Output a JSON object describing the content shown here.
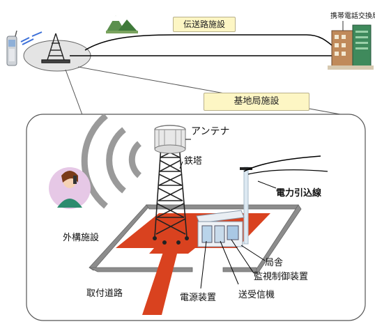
{
  "diagram": {
    "header": {
      "transmission_label": "伝送路施設",
      "exchange_label": "携帯電話交換局"
    },
    "base_station": {
      "title": "基地局施設",
      "labels": {
        "antenna": "アンテナ",
        "tower": "鉄塔",
        "power_line": "電力引込線",
        "exterior": "外構施設",
        "shelter": "局舎",
        "monitor_control": "監視制御装置",
        "access_road": "取付道路",
        "power_unit": "電源装置",
        "transceiver": "送受信機"
      }
    },
    "colors": {
      "pad": "#d9421f",
      "wall": "#8c8c8c",
      "tag_fill": "#fdf6c4",
      "link": "#000000"
    }
  }
}
